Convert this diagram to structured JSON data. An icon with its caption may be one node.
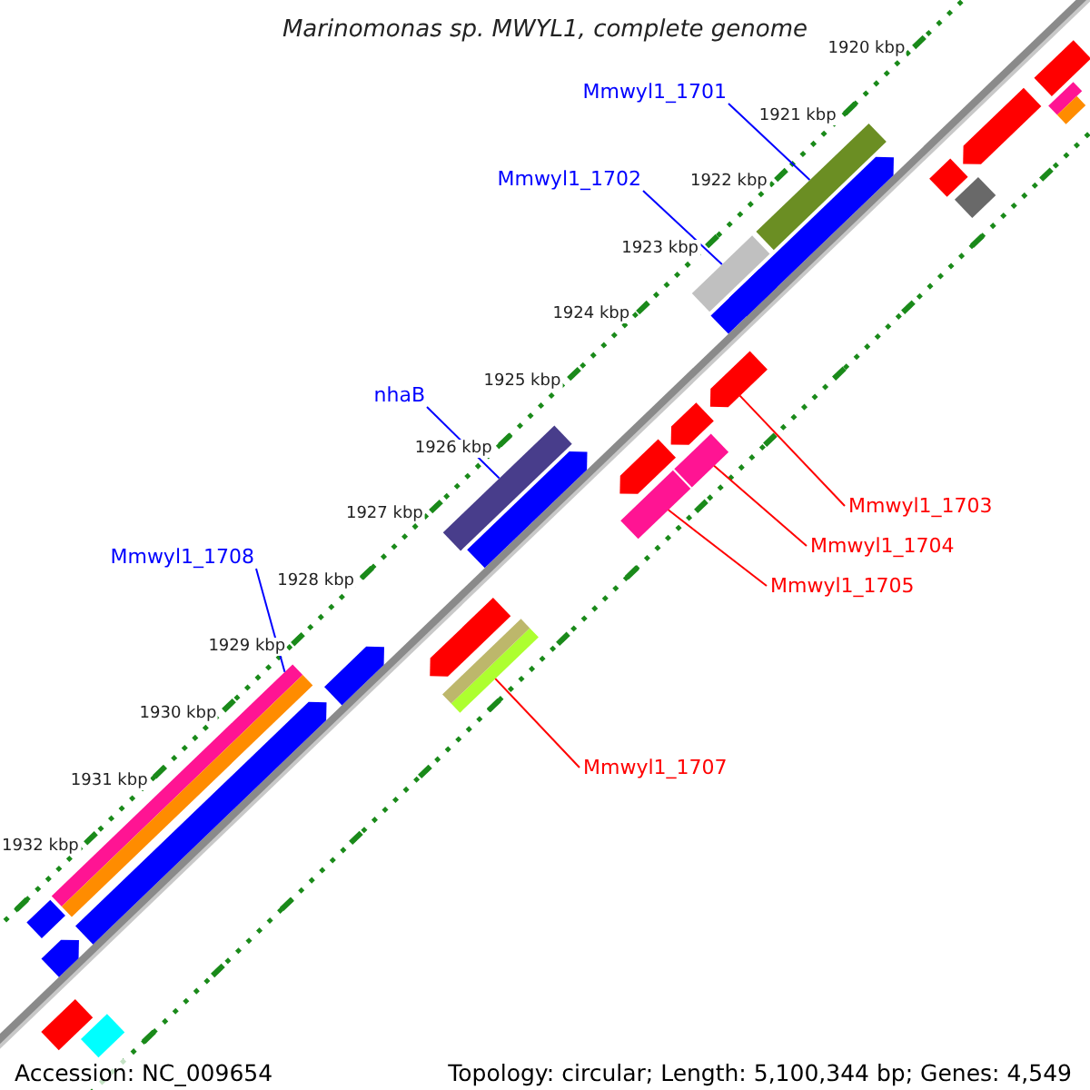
{
  "diagram": {
    "title": "Marinomonas sp. MWYL1, complete genome",
    "nodes": [
      {
        "text": [
          "Mmwyl1_1701"
        ]
      },
      {
        "text": [],
        "shape": "bar"
      },
      {
        "text": [
          "Mmwyl1_1702"
        ]
      },
      {
        "text": [],
        "shape": "bar"
      },
      {
        "text": [
          "nhaB"
        ]
      },
      {
        "text": [],
        "shape": "bar"
      },
      {
        "text": [
          "Mmwyl1_1703"
        ]
      },
      {
        "text": [],
        "shape": "arrow"
      },
      {
        "text": [
          "Mmwyl1_1704"
        ]
      },
      {
        "text": [],
        "shape": "bar"
      },
      {
        "text": [
          "Mmwyl1_1705"
        ]
      },
      {
        "text": [],
        "shape": "bar"
      },
      {
        "text": [
          "Mmwyl1_1708"
        ]
      },
      {
        "text": [],
        "shape": "bar"
      },
      {
        "text": [
          "Mmwyl1_1707"
        ]
      },
      {
        "text": [],
        "shape": "bar"
      },
      {
        "text": [],
        "shape": "arrow"
      },
      {
        "text": [],
        "shape": "bar"
      },
      {
        "text": [],
        "shape": "bar"
      },
      {
        "text": [],
        "shape": "arrow"
      },
      {
        "text": [],
        "shape": "arrow"
      },
      {
        "text": [],
        "shape": "bar"
      },
      {
        "text": [],
        "shape": "arrow"
      },
      {
        "text": [],
        "shape": "arrow"
      },
      {
        "text": [],
        "shape": "arrow"
      },
      {
        "text": [],
        "shape": "arrow"
      },
      {
        "text": [],
        "shape": "arrow"
      },
      {
        "text": [],
        "shape": "arrow"
      },
      {
        "text": [],
        "shape": "bar"
      },
      {
        "text": [],
        "shape": "arrow"
      },
      {
        "text": [],
        "shape": "bar"
      },
      {
        "text": [],
        "shape": "arrow"
      },
      {
        "text": [],
        "shape": "bar"
      },
      {
        "text": [],
        "shape": "arrow"
      },
      {
        "text": [],
        "shape": "bar"
      },
      {
        "text": [],
        "shape": "bar"
      }
    ],
    "edges": [
      {
        "from": 0,
        "to": 1,
        "arrow": "none",
        "color": "#0000ff"
      },
      {
        "from": 2,
        "to": 3,
        "arrow": "none",
        "color": "#0000ff"
      },
      {
        "from": 4,
        "to": 5,
        "arrow": "none",
        "color": "#0000ff"
      },
      {
        "from": 6,
        "to": 7,
        "arrow": "none",
        "color": "#ff0000"
      },
      {
        "from": 8,
        "to": 9,
        "arrow": "none",
        "color": "#ff0000"
      },
      {
        "from": 10,
        "to": 11,
        "arrow": "none",
        "color": "#ff0000"
      },
      {
        "from": 12,
        "to": 13,
        "arrow": "none",
        "color": "#0000ff"
      },
      {
        "from": 14,
        "to": 15,
        "arrow": "none",
        "color": "#ff0000"
      }
    ],
    "labels": [
      "1920 kbp",
      "1921 kbp",
      "1922 kbp",
      "1923 kbp",
      "1924 kbp",
      "1925 kbp",
      "1926 kbp",
      "1927 kbp",
      "1928 kbp",
      "1929 kbp",
      "1930 kbp",
      "1931 kbp",
      "1932 kbp",
      "Accession: NC_009654",
      "Topology: circular; Length: 5,100,344 bp; Genes: 4,549"
    ]
  }
}
